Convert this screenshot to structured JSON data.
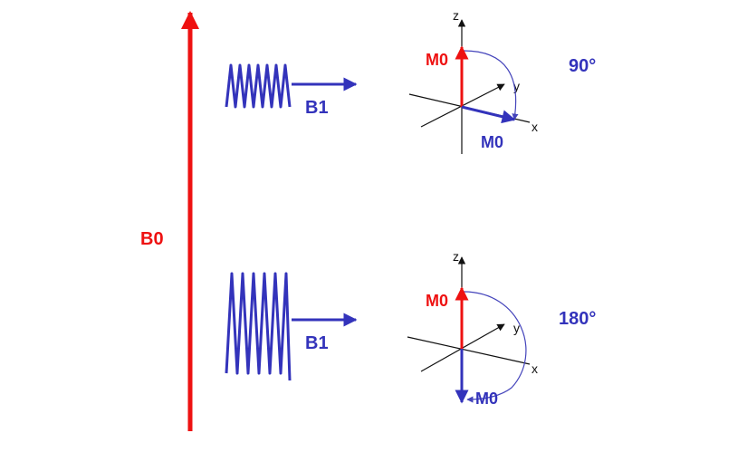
{
  "colors": {
    "red": "#ee1111",
    "blue": "#3333bb",
    "axis": "#111111"
  },
  "b0": {
    "label": "B0"
  },
  "panels": [
    {
      "id": "90",
      "pulse_label": "B1",
      "angle_label": "90°",
      "mz_label": "M0",
      "mxy_label": "M0",
      "axes": {
        "z": "z",
        "y": "y",
        "x": "x"
      }
    },
    {
      "id": "180",
      "pulse_label": "B1",
      "angle_label": "180°",
      "mz_label": "M0",
      "mxy_label": "M0",
      "axes": {
        "z": "z",
        "y": "y",
        "x": "x"
      }
    }
  ]
}
